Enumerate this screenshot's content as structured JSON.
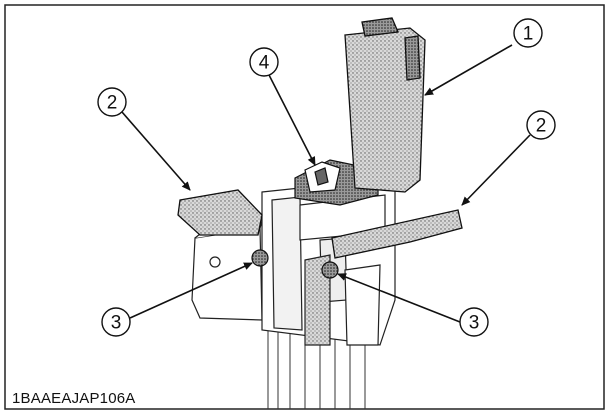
{
  "figure": {
    "code": "1BAAEAJAP106A",
    "callouts": [
      {
        "id": "callout-1",
        "number": "1"
      },
      {
        "id": "callout-2-left",
        "number": "2"
      },
      {
        "id": "callout-2-right",
        "number": "2"
      },
      {
        "id": "callout-3-left",
        "number": "3"
      },
      {
        "id": "callout-3-right",
        "number": "3"
      },
      {
        "id": "callout-4",
        "number": "4"
      }
    ]
  }
}
